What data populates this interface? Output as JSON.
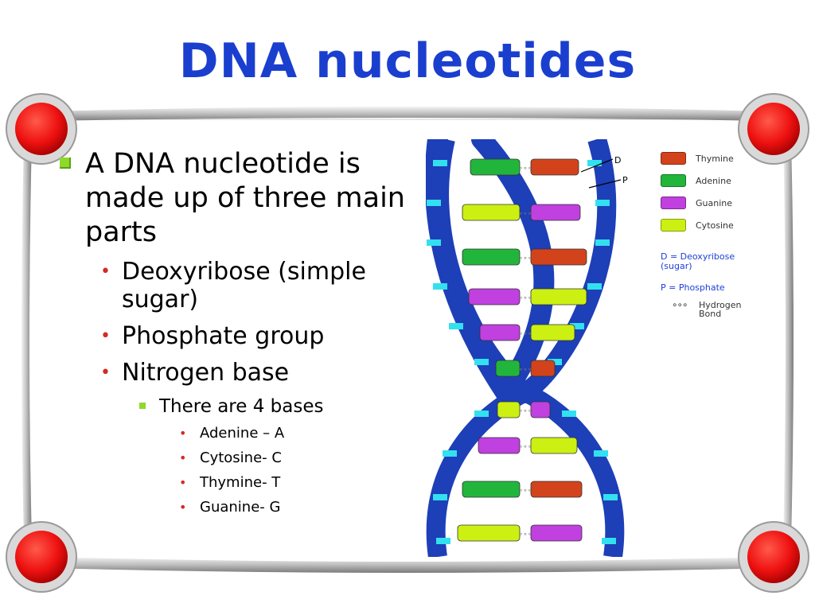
{
  "slide": {
    "title": "DNA nucleotides",
    "bullet_main": "A DNA nucleotide is made up of three main parts",
    "parts": [
      "Deoxyribose (simple sugar)",
      "Phosphate group",
      "Nitrogen base"
    ],
    "sub_bullet": "There are 4 bases",
    "bases": [
      "Adenine – A",
      "Cytosine- C",
      "Thymine- T",
      "Guanine- G"
    ]
  },
  "diagram": {
    "callout_d": "D",
    "callout_p": "P",
    "legend": [
      {
        "label": "Thymine",
        "color": "#d2431c"
      },
      {
        "label": "Adenine",
        "color": "#22b53c"
      },
      {
        "label": "Guanine",
        "color": "#c040e0"
      },
      {
        "label": "Cytosine",
        "color": "#ccf012"
      }
    ],
    "note_d": "D = Deoxyribose (sugar)",
    "note_p": "P = Phosphate",
    "note_bond": "Hydrogen Bond",
    "colors": {
      "backbone": "#1d3fb8",
      "phosphate": "#33e0f0",
      "frame_red": "#ee1111",
      "title_blue": "#1a3fcf"
    }
  }
}
